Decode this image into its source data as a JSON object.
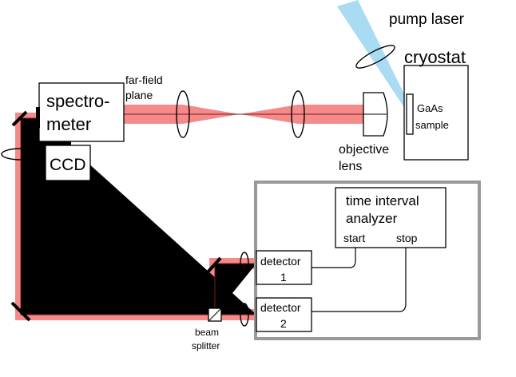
{
  "labels": {
    "pump_laser": "pump laser",
    "cryostat": "cryostat",
    "sample_line1": "GaAs",
    "sample_line2": "sample",
    "objective_line1": "objective",
    "objective_line2": "lens",
    "farfield_line1": "far-field",
    "farfield_line2": "plane",
    "spectrometer_line1": "spectro-",
    "spectrometer_line2": "meter",
    "ccd": "CCD",
    "analyzer_line1": "time interval",
    "analyzer_line2": "analyzer",
    "start": "start",
    "stop": "stop",
    "detector1_line1": "detector",
    "detector1_line2": "1",
    "detector2_line1": "detector",
    "detector2_line2": "2",
    "beamsplitter_line1": "beam",
    "beamsplitter_line2": "splitter"
  },
  "colors": {
    "beam": "#f48a8a",
    "beam_core": "#7a1b1b",
    "pump_laser": "#a9dbf3",
    "frame": "#9a9a9a"
  }
}
